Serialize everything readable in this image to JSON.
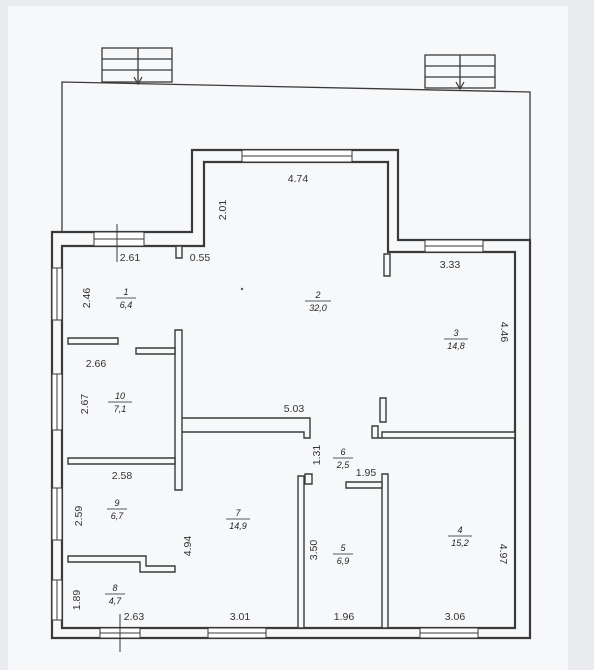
{
  "colors": {
    "paper": "#f7f8fa",
    "background": "#e9ebee",
    "wall": "#3a3a3a",
    "window_fill": "#ffffff"
  },
  "rooms": [
    {
      "num": "1",
      "area": "6,4"
    },
    {
      "num": "2",
      "area": "32,0"
    },
    {
      "num": "3",
      "area": "14,8"
    },
    {
      "num": "4",
      "area": "15,2"
    },
    {
      "num": "5",
      "area": "6,9"
    },
    {
      "num": "6",
      "area": "2,5"
    },
    {
      "num": "7",
      "area": "14,9"
    },
    {
      "num": "8",
      "area": "4,7"
    },
    {
      "num": "9",
      "area": "6,7"
    },
    {
      "num": "10",
      "area": "7,1"
    }
  ],
  "dimensions": {
    "top_room2": "4.74",
    "room2_left_wall": "2.01",
    "room1_top": "2.61",
    "room1_corner": "0.55",
    "room3_top": "3.33",
    "room1_side": "2.46",
    "room3_side": "4.46",
    "room10_top": "2.66",
    "room10_side": "2.67",
    "room2_bottom": "5.03",
    "room6_side": "1.31",
    "room6_width": "1.95",
    "room9_top": "2.58",
    "room9_side": "2.59",
    "room7_side": "4.94",
    "room5_side": "3.50",
    "room4_side": "4.97",
    "room8_side": "1.89",
    "room8_bottom": "2.63",
    "room7_bottom": "3.01",
    "room5_bottom": "1.96",
    "room4_bottom": "3.06"
  }
}
